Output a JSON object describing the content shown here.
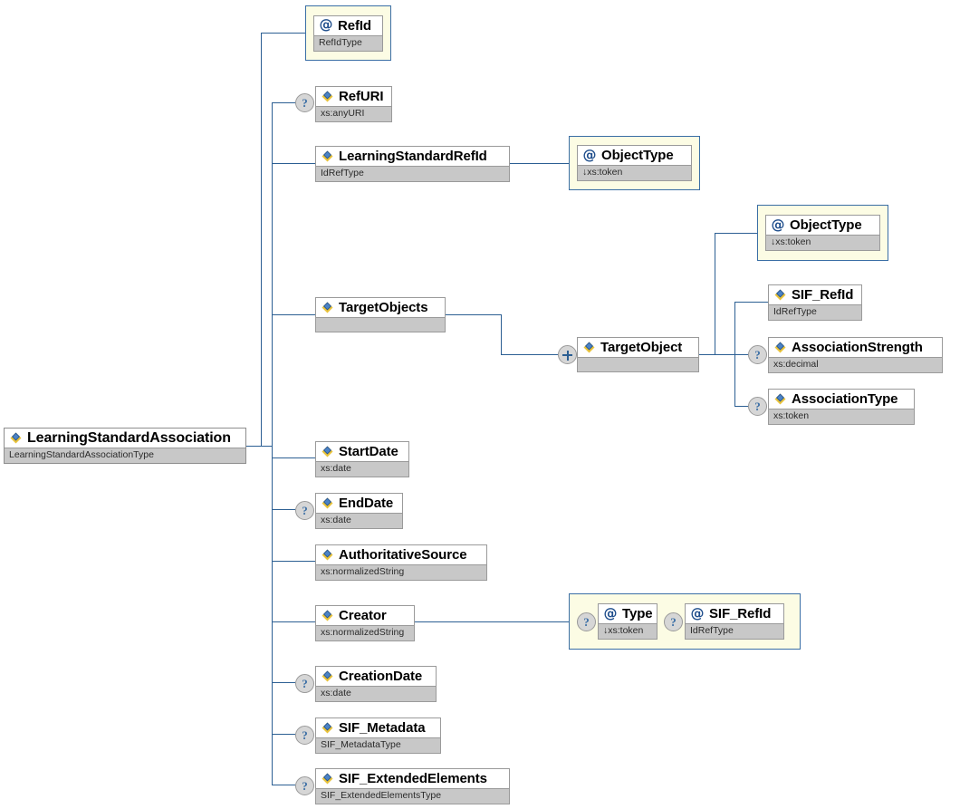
{
  "diagram": {
    "title": "LearningStandardAssociation",
    "colors": {
      "line": "#2c5f93",
      "attr_box_fill": "#fcfce4",
      "attr_box_border": "#3a6ea5",
      "type_bar": "#c8c8c8",
      "node_border": "#9a9a9a",
      "icon_blue": "#1f4e8c",
      "icon_gold": "#e8c23a"
    },
    "root": {
      "name": "LearningStandardAssociation",
      "type": "LearningStandardAssociationType",
      "kind": "element",
      "optional": false
    },
    "nodes": [
      {
        "id": "refid",
        "name": "RefId",
        "type": "RefIdType",
        "kind": "attribute",
        "optional": false,
        "in_attr_box": true
      },
      {
        "id": "refuri",
        "name": "RefURI",
        "type": "xs:anyURI",
        "kind": "element",
        "optional": true
      },
      {
        "id": "learningstandardrefid",
        "name": "LearningStandardRefId",
        "type": "IdRefType",
        "kind": "element",
        "optional": false
      },
      {
        "id": "lsr-objecttype",
        "name": "ObjectType",
        "type": "xs:token",
        "type_prefix": "↓",
        "kind": "attribute",
        "optional": false,
        "in_attr_box": true
      },
      {
        "id": "targetobjects",
        "name": "TargetObjects",
        "type": "",
        "kind": "element",
        "optional": false
      },
      {
        "id": "targetobject",
        "name": "TargetObject",
        "type": "",
        "kind": "element",
        "optional": false,
        "expandable": true
      },
      {
        "id": "to-objecttype",
        "name": "ObjectType",
        "type": "xs:token",
        "type_prefix": "↓",
        "kind": "attribute",
        "optional": false,
        "in_attr_box": true
      },
      {
        "id": "to-sifrefid",
        "name": "SIF_RefId",
        "type": "IdRefType",
        "kind": "element",
        "optional": false
      },
      {
        "id": "associationstrength",
        "name": "AssociationStrength",
        "type": "xs:decimal",
        "kind": "element",
        "optional": true
      },
      {
        "id": "associationtype",
        "name": "AssociationType",
        "type": "xs:token",
        "kind": "element",
        "optional": true
      },
      {
        "id": "startdate",
        "name": "StartDate",
        "type": "xs:date",
        "kind": "element",
        "optional": false
      },
      {
        "id": "enddate",
        "name": "EndDate",
        "type": "xs:date",
        "kind": "element",
        "optional": true
      },
      {
        "id": "authoritativesource",
        "name": "AuthoritativeSource",
        "type": "xs:normalizedString",
        "kind": "element",
        "optional": false
      },
      {
        "id": "creator",
        "name": "Creator",
        "type": "xs:normalizedString",
        "kind": "element",
        "optional": false
      },
      {
        "id": "creator-type",
        "name": "Type",
        "type": "xs:token",
        "type_prefix": "↓",
        "kind": "attribute",
        "optional": true,
        "in_attr_box": true
      },
      {
        "id": "creator-sifrefid",
        "name": "SIF_RefId",
        "type": "IdRefType",
        "kind": "attribute",
        "optional": true,
        "in_attr_box": true
      },
      {
        "id": "creationdate",
        "name": "CreationDate",
        "type": "xs:date",
        "kind": "element",
        "optional": true
      },
      {
        "id": "sifmetadata",
        "name": "SIF_Metadata",
        "type": "SIF_MetadataType",
        "kind": "element",
        "optional": true
      },
      {
        "id": "sifextendedelements",
        "name": "SIF_ExtendedElements",
        "type": "SIF_ExtendedElementsType",
        "kind": "element",
        "optional": true
      }
    ],
    "markers": {
      "optional_glyph": "?",
      "expand_glyph": "+",
      "attribute_glyph": "@",
      "fixed_default_glyph": "↓"
    }
  }
}
